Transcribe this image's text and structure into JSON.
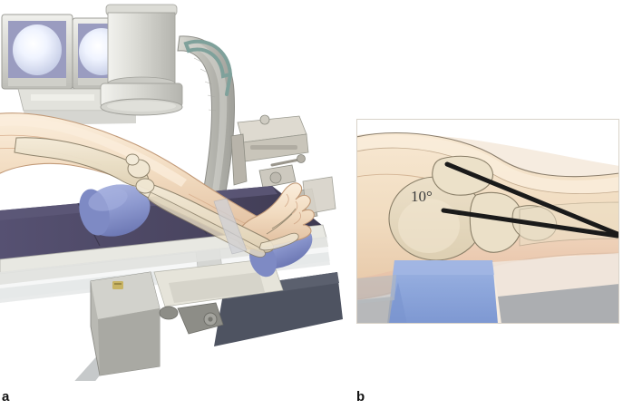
{
  "figure": {
    "panels": [
      {
        "id": "a",
        "label": "a",
        "caption_label": "a",
        "description": "Operative setup: patient leg on radiolucent table with C-arm fluoroscopy unit and dual monitors",
        "elements": {
          "monitor_left": "fluoroscopy-monitor-left",
          "monitor_right": "fluoroscopy-monitor-right",
          "image_intensifier": "c-arm-image-intensifier",
          "c_arm_gantry": "c-arm-gantry",
          "c_arm_handle": "c-arm-handle",
          "operating_table": "operating-table",
          "table_pad": "table-pad",
          "table_base": "table-base",
          "bolster_knee": "knee-bolster",
          "bolster_ankle": "ankle-bolster",
          "leg": "patient-leg",
          "foot": "patient-foot",
          "femur": "femur-bone",
          "tibia": "tibia-bone",
          "fibula": "fibula-bone",
          "floor_mat": "floor-mat",
          "clamp_assembly": "table-clamp-assembly"
        }
      },
      {
        "id": "b",
        "label": "b",
        "caption_label": "b",
        "description": "Lateral knee view showing 10 degree angulation between two guide wires",
        "annotation": "10°",
        "elements": {
          "knee": "lateral-knee",
          "patella": "patella",
          "femoral_condyle": "femoral-condyle",
          "tibial_plateau": "tibial-plateau",
          "fibular_head": "fibular-head",
          "guide_line_upper": "guide-wire-upper",
          "guide_line_lower": "guide-wire-lower",
          "bolster": "leg-bolster",
          "frame": "panel-b-frame"
        }
      }
    ]
  },
  "colors": {
    "skin_light": "#f6e3cc",
    "skin_mid": "#efd5b8",
    "skin_shadow": "#e0bfa0",
    "skin_blush": "#efc4ae",
    "bone": "#ece1cb",
    "bone_outline": "#8a7f68",
    "bolster_blue": "#8e9ad0",
    "bolster_blue_b": "#8fa8dc",
    "table_pad": "#4a4560",
    "table_pad_light": "#5d5878",
    "metal_light": "#e3e3de",
    "metal_mid": "#c6c6c0",
    "metal_dark": "#9a9a95",
    "monitor_screen": "#9a9cc0",
    "fluoro_glow": "#f2f5ff",
    "handle_teal": "#7fa19b",
    "floor_mat": "#4e5361",
    "shadow_gray": "#b9bcbe",
    "line_black": "#1a1a1a",
    "label_text": "#111111",
    "angle_text": "#3b3b3b",
    "tag_yellow": "#c8b464",
    "background": "#ffffff"
  }
}
